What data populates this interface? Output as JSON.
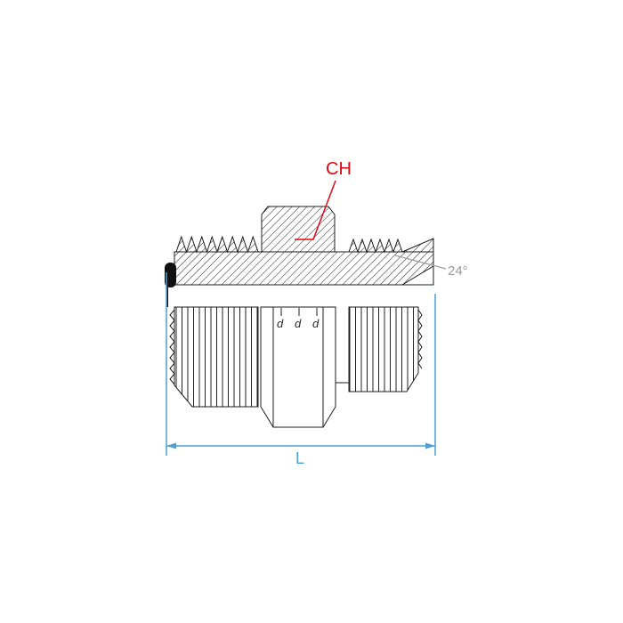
{
  "labels": {
    "hex_callout": "CH",
    "cone_angle": "24°",
    "length_dim": "L"
  },
  "stamp_marks": [
    "d",
    "d",
    "d"
  ],
  "colors": {
    "line": "#1c1c1c",
    "callout_red": "#e30613",
    "angle_gray": "#9c9c9c",
    "dim_blue": "#4f9fd6"
  }
}
